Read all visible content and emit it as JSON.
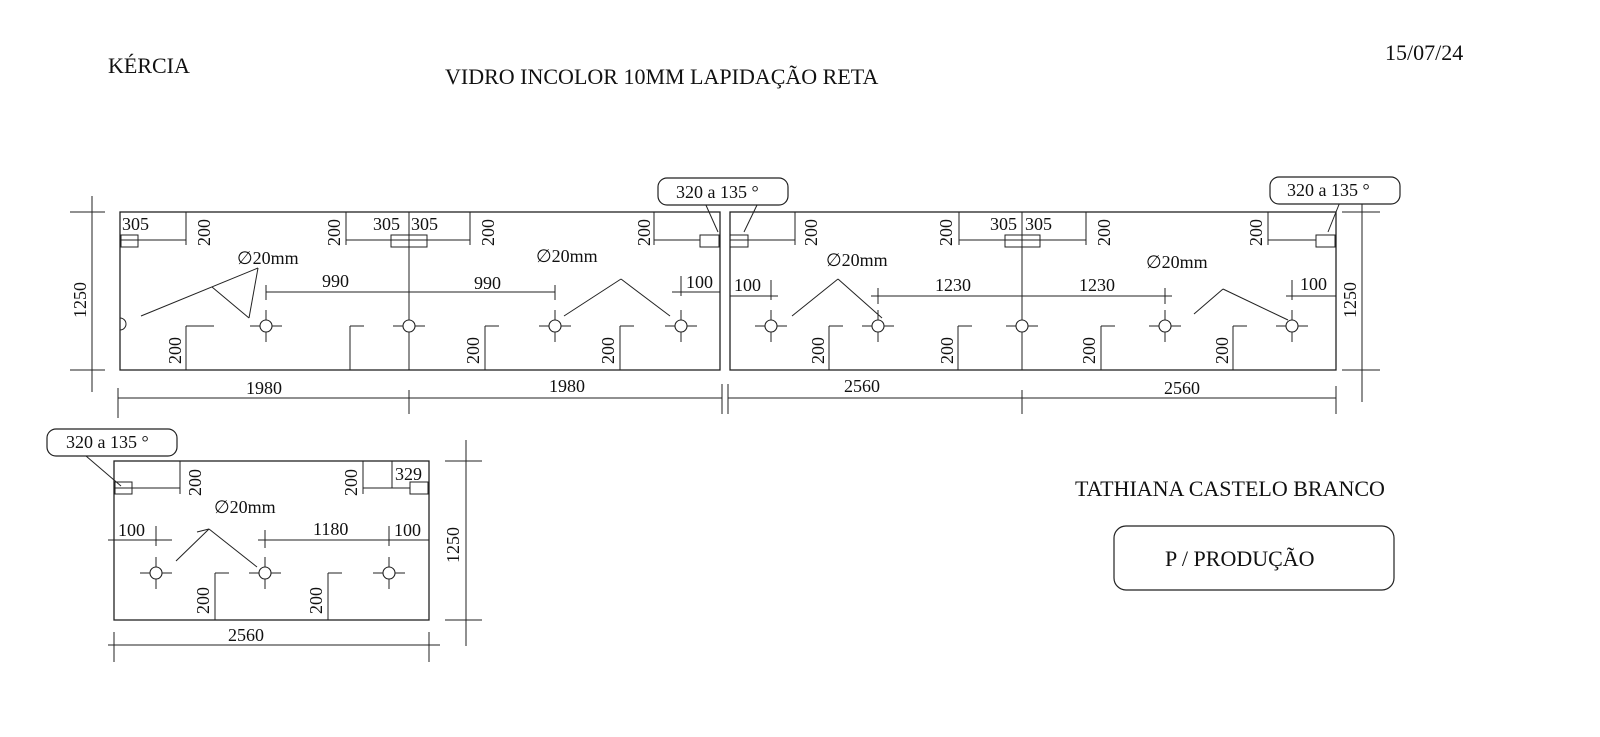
{
  "header": {
    "client": "KÉRCIA",
    "spec": "VIDRO INCOLOR 10MM  LAPIDAÇÃO RETA",
    "date": "15/07/24"
  },
  "footer": {
    "customer": "TATHIANA CASTELO BRANCO",
    "stamp": "P / PRODUÇÃO"
  },
  "callouts": {
    "angle_cut": "320 a 135 °"
  },
  "hole_label": "∅20mm",
  "panel_a": {
    "height": "1250",
    "widths": [
      "1980",
      "1980"
    ],
    "hole_spacing": [
      "990",
      "990"
    ],
    "edge_offset": "100",
    "notch_widths": [
      "305",
      "305",
      "305"
    ],
    "notch_depth": "200",
    "hole_height": "200"
  },
  "panel_b": {
    "height": "1250",
    "widths": [
      "2560",
      "2560"
    ],
    "hole_spacing": [
      "1230",
      "1230"
    ],
    "edge_offset": "100",
    "notch_widths": [
      "305",
      "305"
    ],
    "notch_depth": "200",
    "hole_height": "200"
  },
  "panel_c": {
    "height": "1250",
    "width": "2560",
    "hole_spacing": "1180",
    "edge_offset": "100",
    "notch_width": "329",
    "notch_depth": "200",
    "hole_height": "200"
  }
}
